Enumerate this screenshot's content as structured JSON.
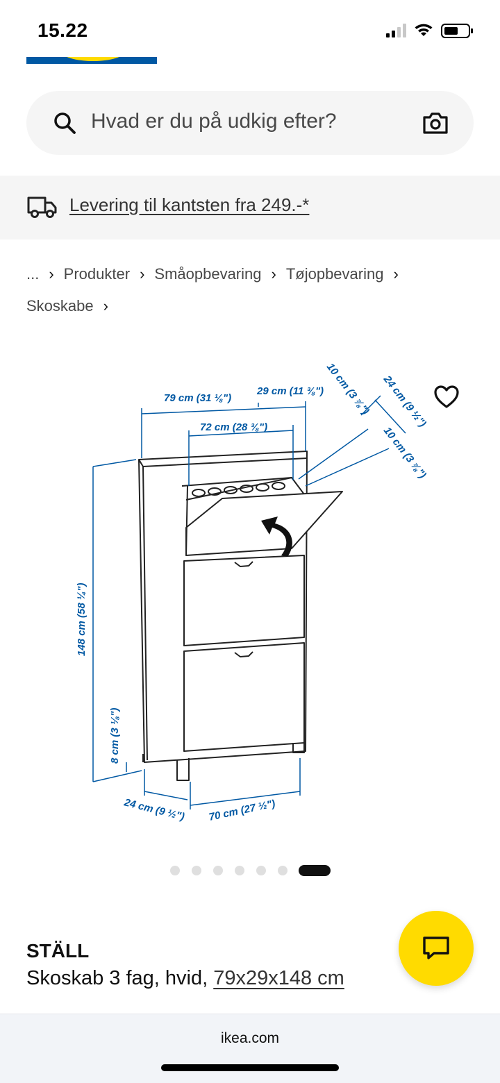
{
  "status_bar": {
    "time": "15.22"
  },
  "search": {
    "placeholder": "Hvad er du på udkig efter?"
  },
  "delivery": {
    "text": "Levering til kantsten fra 249.-*"
  },
  "breadcrumb": {
    "ellipsis": "...",
    "items": [
      "Produkter",
      "Småopbevaring",
      "Tøjopbevaring",
      "Skoskabe"
    ]
  },
  "dimensions": {
    "width_total": "79 cm (31 ⅛\")",
    "depth_total": "29 cm (11 ⅜\")",
    "inner_width": "72 cm (28 ⅜\")",
    "height_total": "148 cm (58 ¼\")",
    "leg_height": "8 cm (3 ⅛\")",
    "base_depth": "24 cm (9 ½\")",
    "base_width": "70 cm (27 ½\")",
    "flap_top": "10 cm (3 ⅞\")",
    "flap_depth": "24 cm (9 ½\")",
    "flap_side": "10 cm (3 ⅞\")"
  },
  "carousel": {
    "count": 7,
    "active_index": 6
  },
  "product": {
    "name": "STÄLL",
    "description": "Skoskab 3 fag, hvid, ",
    "size": "79x29x148 cm"
  },
  "browser": {
    "url": "ikea.com"
  },
  "colors": {
    "ikea_blue": "#0058a3",
    "ikea_yellow": "#ffdb00"
  },
  "icons": {
    "search": "search-icon",
    "camera": "camera-icon",
    "truck": "truck-icon",
    "heart": "heart-icon",
    "chat": "chat-icon"
  }
}
